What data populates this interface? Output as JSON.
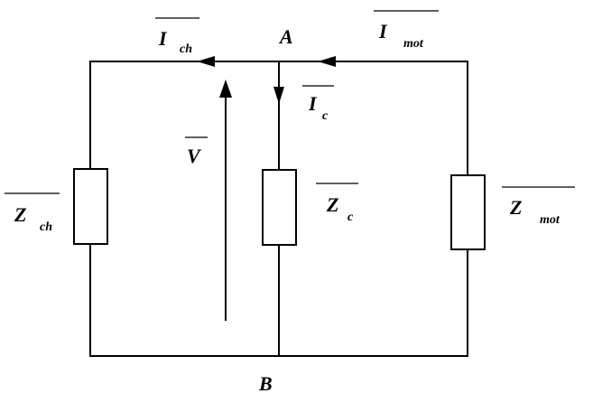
{
  "nodes": {
    "top": "A",
    "bottom": "B"
  },
  "currents": {
    "ich": {
      "symbol": "I",
      "subscript": "ch"
    },
    "imot": {
      "symbol": "I",
      "subscript": "mot"
    },
    "ic": {
      "symbol": "I",
      "subscript": "c"
    }
  },
  "voltage": {
    "symbol": "V"
  },
  "impedances": {
    "zch": {
      "symbol": "Z",
      "subscript": "ch"
    },
    "zc": {
      "symbol": "Z",
      "subscript": "c"
    },
    "zmot": {
      "symbol": "Z",
      "subscript": "mot"
    }
  }
}
